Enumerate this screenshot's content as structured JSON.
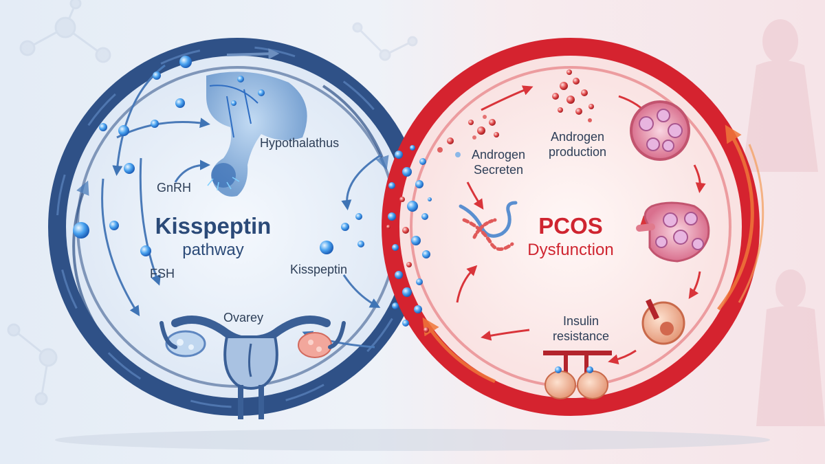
{
  "left_panel": {
    "title": "Kisspeptin",
    "subtitle": "pathway",
    "labels": {
      "hypothalamus": "Hypothalathus",
      "gnrh": "GnRH",
      "fsh": "FSH",
      "kisspeptin": "Kisspeptin",
      "ovary": "Ovarey"
    }
  },
  "right_panel": {
    "title": "PCOS",
    "subtitle": "Dysfunction",
    "labels": {
      "androgen_secretion_line1": "Androgen",
      "androgen_secretion_line2": "Secreten",
      "androgen_production_line1": "Androgen",
      "androgen_production_line2": "production",
      "insulin_line1": "Insulin",
      "insulin_line2": "resistance"
    }
  },
  "colors": {
    "left_ring": "#2f5187",
    "right_ring": "#d5232f",
    "left_title": "#2b4a78",
    "right_title": "#cf2530"
  }
}
